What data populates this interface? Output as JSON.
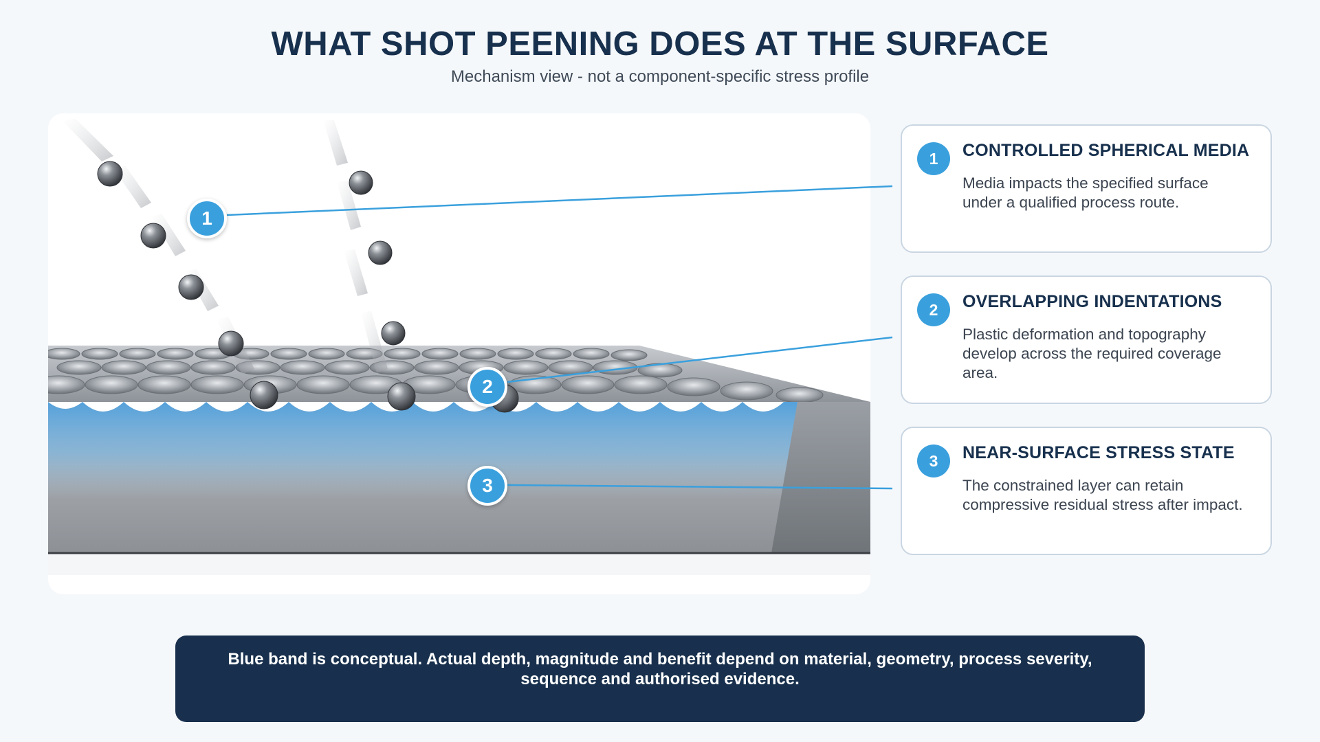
{
  "header": {
    "title": "WHAT SHOT PEENING DOES AT THE SURFACE",
    "subtitle": "Mechanism view - not a component-specific stress profile"
  },
  "diagram": {
    "markers": [
      "1",
      "2",
      "3"
    ]
  },
  "cards": [
    {
      "number": "1",
      "heading": "CONTROLLED SPHERICAL MEDIA",
      "body": "Media impacts the specified surface under a qualified process route."
    },
    {
      "number": "2",
      "heading": "OVERLAPPING INDENTATIONS",
      "body": "Plastic deformation and topography develop across the required coverage area."
    },
    {
      "number": "3",
      "heading": "NEAR-SURFACE STRESS STATE",
      "body": "The constrained layer can retain compressive residual stress after impact."
    }
  ],
  "footer": {
    "note": "Blue band is conceptual. Actual depth, magnitude and benefit depend on material, geometry, process severity, sequence and authorised evidence."
  },
  "colors": {
    "accent": "#3aa0dd",
    "navy": "#17304d",
    "stress_band": "#5aa8e0"
  }
}
